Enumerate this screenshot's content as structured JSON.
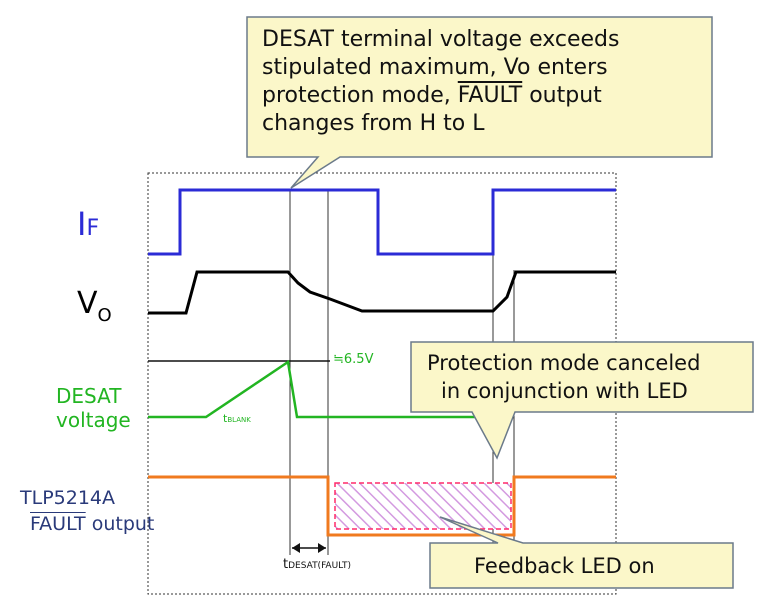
{
  "callout_top": {
    "line1": "DESAT terminal voltage exceeds",
    "line2": "stipulated maximum, Vo enters",
    "line3_a": "protection mode, ",
    "line3_fault": "FAULT",
    "line3_b": " output",
    "line4": "changes from H to L"
  },
  "callout_protection": {
    "line1": "Protection mode canceled",
    "line2": "in conjunction with LED"
  },
  "callout_feedback": {
    "text": "Feedback LED on"
  },
  "signals": {
    "if_main": "I",
    "if_sub": "F",
    "vo_main": "V",
    "vo_sub": "O",
    "desat_line1": "DESAT",
    "desat_line2": "voltage",
    "tlp_line1": "TLP5214A",
    "tlp_fault": "FAULT",
    "tlp_output": " output"
  },
  "annotations": {
    "threshold": "≒6.5V",
    "tblank_main": "t",
    "tblank_sub": "BLANK",
    "tdesat_main": "t",
    "tdesat_sub": "DESAT(FAULT)"
  },
  "colors": {
    "if": "#2b2bd6",
    "vo": "#000000",
    "desat": "#22b522",
    "fault": "#f07a1f",
    "fault_label": "#2a3a7a",
    "callout_fill": "#fbf7c9",
    "callout_border": "#6b7a8a",
    "hatch": "#c87ad6",
    "hatch_border": "#ff2a6a"
  }
}
